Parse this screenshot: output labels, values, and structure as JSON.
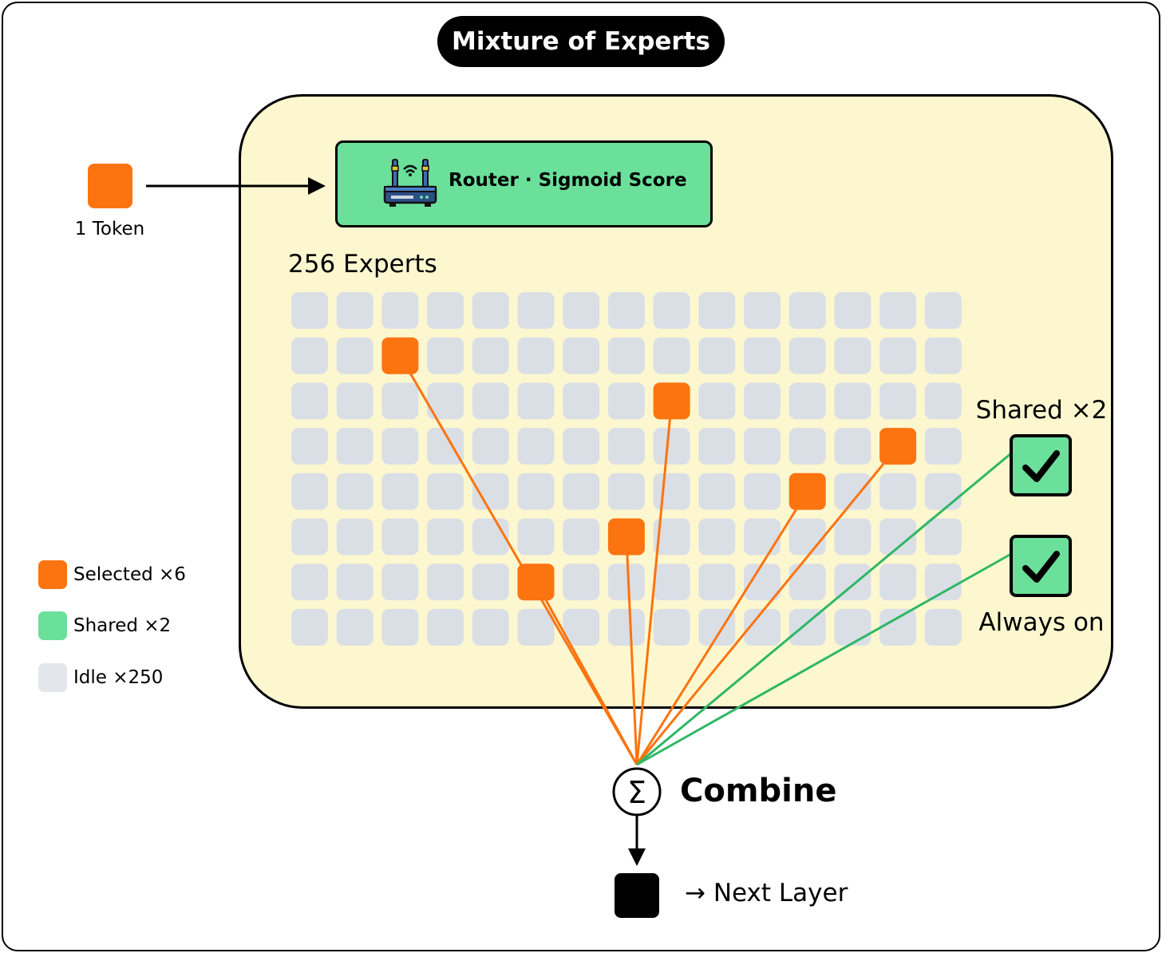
{
  "title": "Mixture of Experts",
  "token": {
    "label": "1 Token"
  },
  "router": {
    "label": "Router · Sigmoid Score"
  },
  "experts": {
    "label": "256 Experts",
    "rows": 8,
    "cols": 15,
    "selected": [
      [
        1,
        2
      ],
      [
        2,
        8
      ],
      [
        3,
        13
      ],
      [
        4,
        11
      ],
      [
        5,
        7
      ],
      [
        6,
        5
      ]
    ]
  },
  "shared": {
    "top_label": "Shared ×2",
    "bottom_label": "Always on",
    "count": 2
  },
  "legend": [
    {
      "label": "Selected ×6",
      "color": "#fb7410"
    },
    {
      "label": "Shared ×2",
      "color": "#6ae09b"
    },
    {
      "label": "Idle ×250",
      "color": "#e3e6ea"
    }
  ],
  "combine": {
    "label": "Combine",
    "symbol": "Σ"
  },
  "output": {
    "label": "→ Next Layer"
  },
  "colors": {
    "selected": "#fb7410",
    "shared": "#6ae09b",
    "idle": "#dadfe6",
    "panel": "#fdf7cf",
    "shared_line": "#2fb765"
  },
  "icons": [
    "router-icon",
    "checkmark-icon",
    "sigma-icon",
    "arrow-right-icon"
  ]
}
